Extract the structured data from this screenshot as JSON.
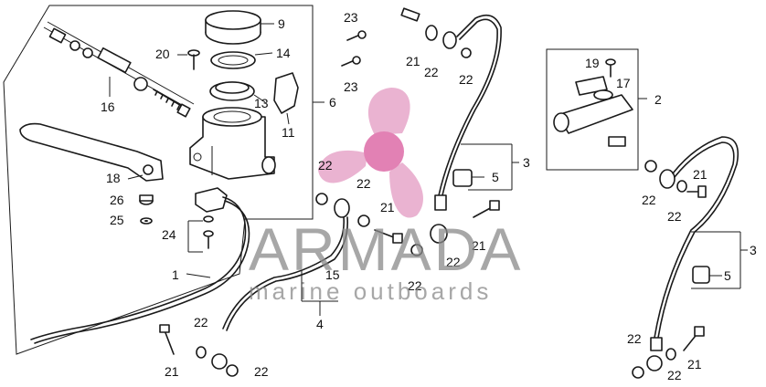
{
  "watermark": {
    "title": "ARMADA",
    "subtitle": "marine outboards",
    "logo_color": "#e6a6c9",
    "logo_center_color": "#e281b4"
  },
  "callouts": [
    {
      "id": "c-9",
      "text": "9"
    },
    {
      "id": "c-14",
      "text": "14"
    },
    {
      "id": "c-20",
      "text": "20"
    },
    {
      "id": "c-13",
      "text": "13"
    },
    {
      "id": "c-16",
      "text": "16"
    },
    {
      "id": "c-11",
      "text": "11"
    },
    {
      "id": "c-6",
      "text": "6"
    },
    {
      "id": "c-18",
      "text": "18"
    },
    {
      "id": "c-26",
      "text": "26"
    },
    {
      "id": "c-25",
      "text": "25"
    },
    {
      "id": "c-24",
      "text": "24"
    },
    {
      "id": "c-1",
      "text": "1"
    },
    {
      "id": "c-23a",
      "text": "23"
    },
    {
      "id": "c-23b",
      "text": "23"
    },
    {
      "id": "c-21a",
      "text": "21"
    },
    {
      "id": "c-22a",
      "text": "22"
    },
    {
      "id": "c-22b",
      "text": "22"
    },
    {
      "id": "c-3a",
      "text": "3"
    },
    {
      "id": "c-5a",
      "text": "5"
    },
    {
      "id": "c-22c",
      "text": "22"
    },
    {
      "id": "c-22d",
      "text": "22"
    },
    {
      "id": "c-21b",
      "text": "21"
    },
    {
      "id": "c-21c",
      "text": "21"
    },
    {
      "id": "c-22e",
      "text": "22"
    },
    {
      "id": "c-22f",
      "text": "22"
    },
    {
      "id": "c-15",
      "text": "15"
    },
    {
      "id": "c-4",
      "text": "4"
    },
    {
      "id": "c-22g",
      "text": "22"
    },
    {
      "id": "c-21d",
      "text": "21"
    },
    {
      "id": "c-22h",
      "text": "22"
    },
    {
      "id": "c-19",
      "text": "19"
    },
    {
      "id": "c-17",
      "text": "17"
    },
    {
      "id": "c-2",
      "text": "2"
    },
    {
      "id": "c-22i",
      "text": "22"
    },
    {
      "id": "c-22j",
      "text": "22"
    },
    {
      "id": "c-21e",
      "text": "21"
    },
    {
      "id": "c-3b",
      "text": "3"
    },
    {
      "id": "c-5b",
      "text": "5"
    },
    {
      "id": "c-22k",
      "text": "22"
    },
    {
      "id": "c-22l",
      "text": "22"
    },
    {
      "id": "c-21f",
      "text": "21"
    }
  ]
}
